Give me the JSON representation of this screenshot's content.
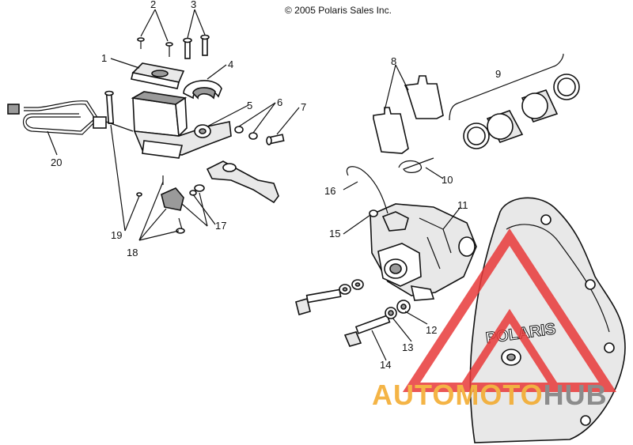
{
  "copyright": "© 2005 Polaris Sales Inc.",
  "housing_brand": "POLARIS",
  "watermark": {
    "part1": "AUTOMOTO",
    "part2": "HUB",
    "color_triangle": "#e83a3a",
    "color_text": "#f3a826",
    "color_text2": "#7d7d7d"
  },
  "callouts": {
    "n1": "1",
    "n2": "2",
    "n3": "3",
    "n4": "4",
    "n5": "5",
    "n6": "6",
    "n7": "7",
    "n8": "8",
    "n9": "9",
    "n10": "10",
    "n11": "11",
    "n12": "12",
    "n13": "13",
    "n14": "14",
    "n15": "15",
    "n16": "16",
    "n17": "17",
    "n18": "18",
    "n19": "19",
    "n20": "20"
  }
}
